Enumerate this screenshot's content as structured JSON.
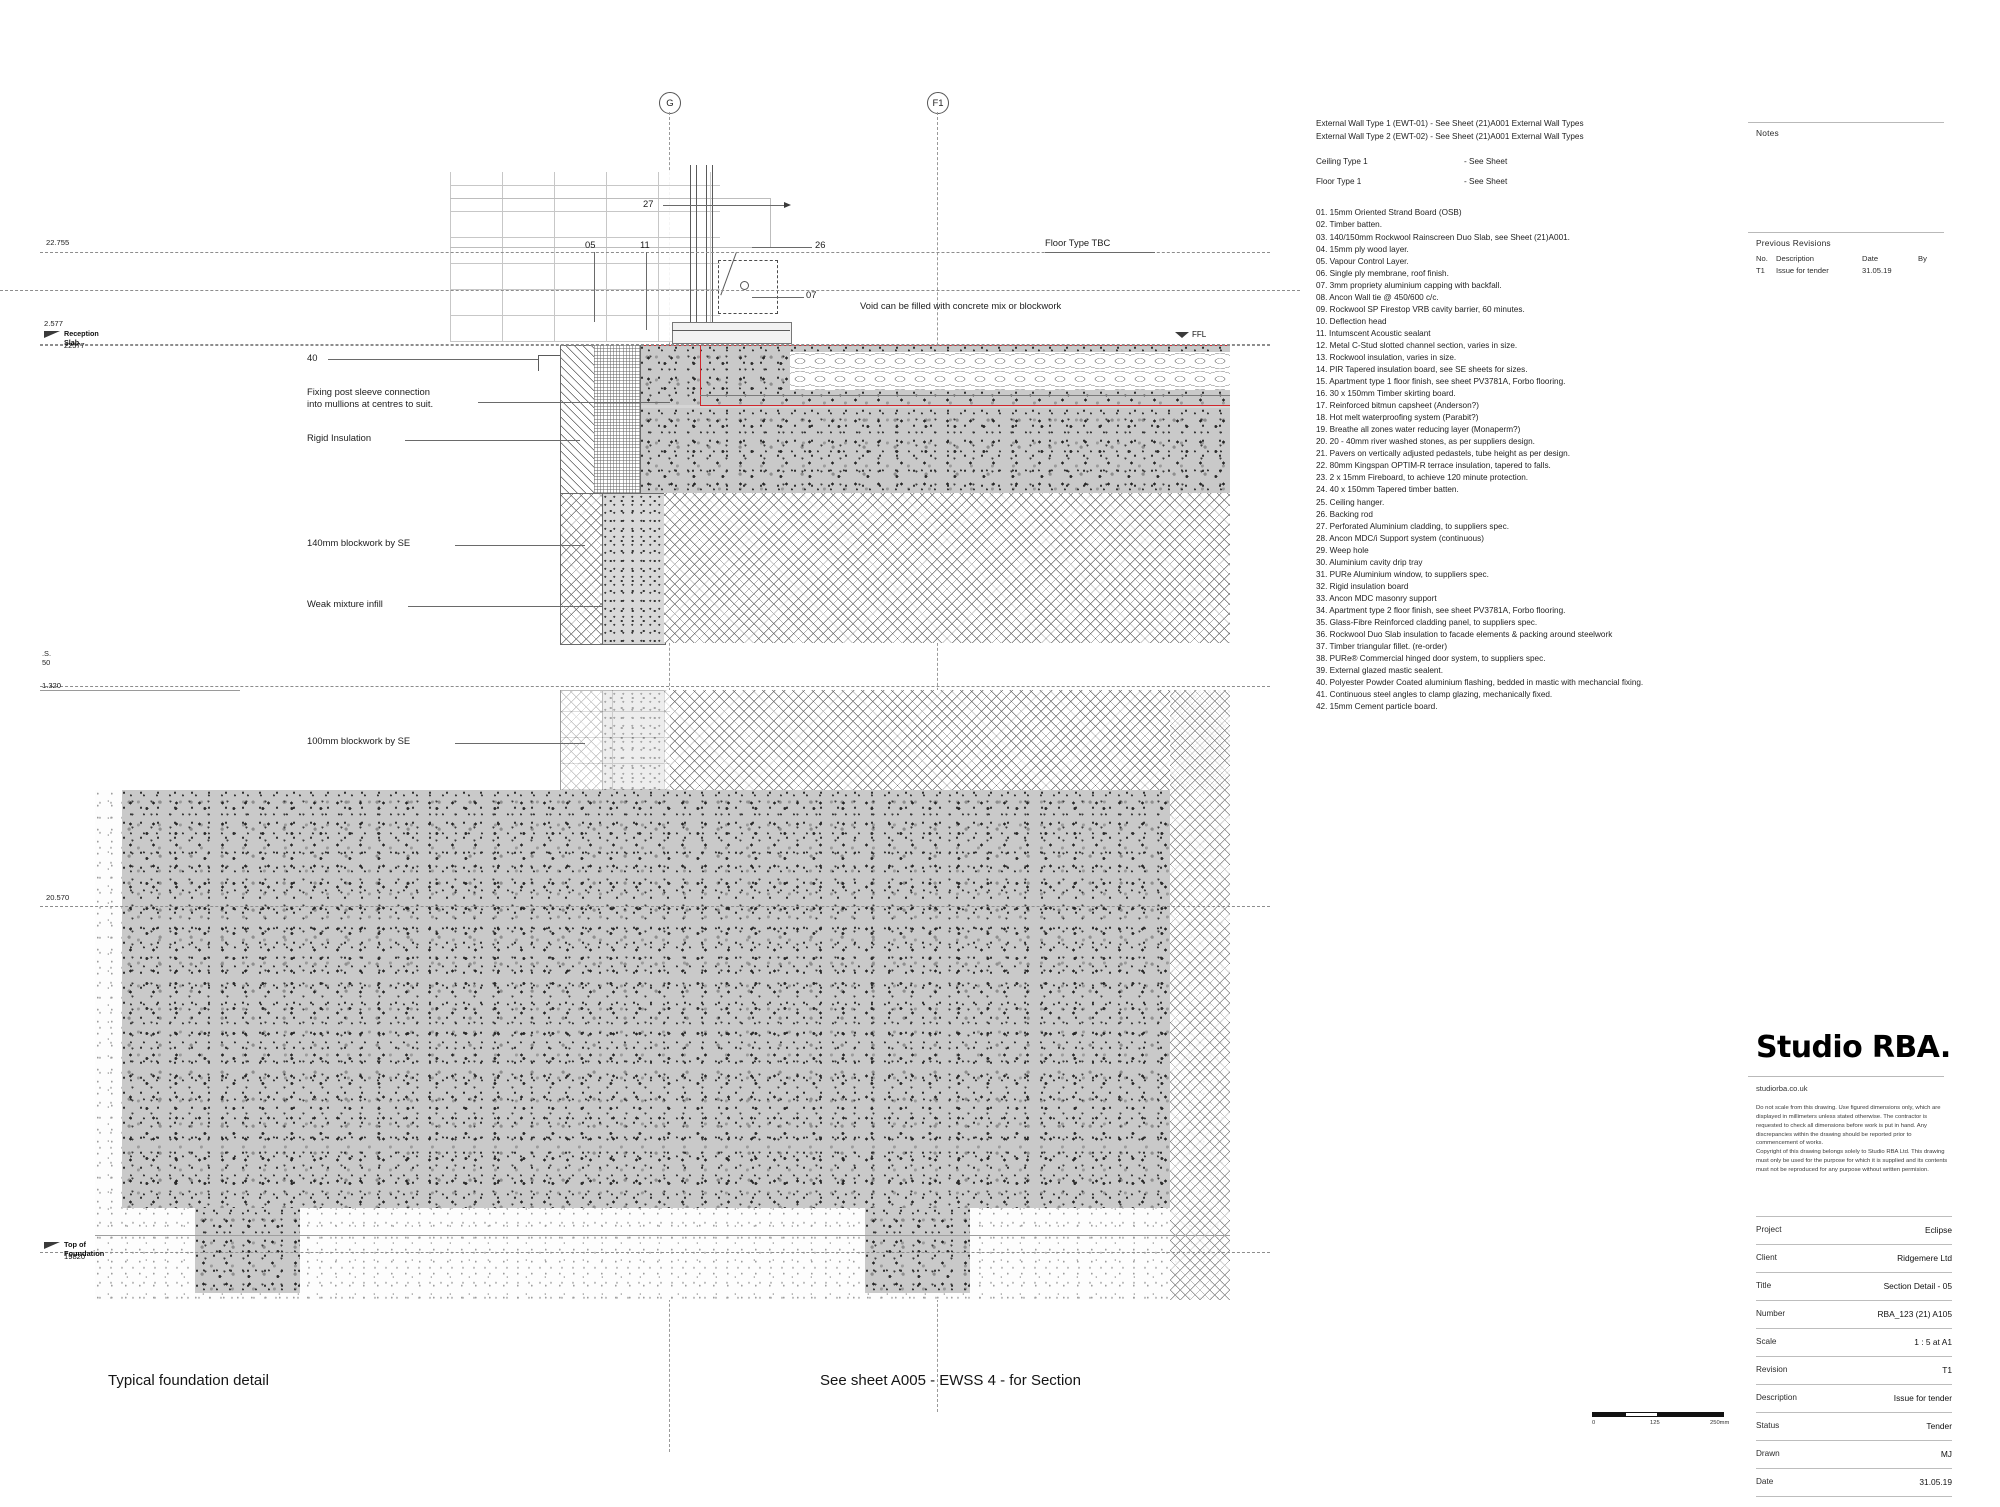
{
  "sheet": {
    "captions": {
      "foundation_detail": "Typical foundation detail",
      "section_ref": "See sheet A005 - EWSS 4 - for Section"
    }
  },
  "legend": {
    "wall_types": [
      "External Wall Type 1 (EWT-01) - See Sheet (21)A001 External Wall Types",
      "External Wall Type 2 (EWT-02) - See Sheet (21)A001 External Wall Types"
    ],
    "type_rows": [
      {
        "key": "Ceiling Type 1",
        "value": "- See Sheet"
      },
      {
        "key": "Floor Type 1",
        "value": "- See Sheet"
      }
    ],
    "items": [
      "01. 15mm Oriented Strand Board (OSB)",
      "02. Timber batten.",
      "03. 140/150mm Rockwool Rainscreen Duo Slab, see Sheet (21)A001.",
      "04. 15mm ply wood layer.",
      "05. Vapour Control Layer.",
      "06. Single ply membrane, roof finish.",
      "07. 3mm propriety aluminium capping with backfall.",
      "08. Ancon Wall tie @ 450/600 c/c.",
      "09. Rockwool SP Firestop VRB cavity barrier, 60 minutes.",
      "10. Deflection head",
      "11. Intumscent Acoustic sealant",
      "12. Metal C-Stud slotted channel section, varies in size.",
      "13. Rockwool insulation, varies in size.",
      "14. PIR Tapered insulation board, see SE sheets for sizes.",
      "15. Apartment type 1 floor finish, see sheet PV3781A, Forbo flooring.",
      "16. 30 x 150mm Timber skirting board.",
      "17. Reinforced bitmun capsheet (Anderson?)",
      "18. Hot melt waterproofing system (Parabit?)",
      "19. Breathe all zones water reducing layer (Monaperm?)",
      "20. 20 - 40mm river washed stones, as per suppliers design.",
      "21. Pavers on vertically adjusted pedastels, tube height as per design.",
      "22. 80mm Kingspan OPTIM-R terrace insulation, tapered to falls.",
      "23. 2 x 15mm Fireboard, to achieve 120 minute protection.",
      "24. 40 x 150mm Tapered timber batten.",
      "25. Ceiling hanger.",
      "26. Backing rod",
      "27. Perforated Aluminium cladding, to suppliers spec.",
      "28. Ancon MDC/i Support system (continuous)",
      "29. Weep hole",
      "30. Aluminium cavity drip tray",
      "31. PURe Aluminium window, to suppliers spec.",
      "32. Rigid insulation board",
      "33. Ancon MDC masonry support",
      "34. Apartment type 2 floor finish, see sheet PV3781A, Forbo flooring.",
      "35. Glass-Fibre Reinforced cladding panel, to suppliers spec.",
      "36. Rockwool Duo Slab insulation to facade elements & packing around steelwork",
      "37. Timber triangular fillet. (re-order)",
      "38. PURe® Commercial hinged door system, to suppliers spec.",
      "39. External glazed mastic sealent.",
      "40. Polyester Powder Coated aluminium flashing, bedded in mastic with mechancial fixing.",
      "41. Continuous steel angles to clamp glazing, mechanically fixed.",
      "42. 15mm Cement particle board."
    ]
  },
  "drawing": {
    "grid_bubbles": [
      {
        "label": "G"
      },
      {
        "label": "F1"
      }
    ],
    "callouts": [
      {
        "label": "27"
      },
      {
        "label": "05"
      },
      {
        "label": "11"
      },
      {
        "label": "26"
      },
      {
        "label": "07"
      },
      {
        "label": "40"
      }
    ],
    "notes": [
      "Floor Type TBC",
      "Void can be filled with concrete mix or blockwork",
      "Fixing post sleeve connection\ninto mullions at centres to suit.",
      "Rigid Insulation",
      "140mm blockwork by SE",
      "Weak mixture infill",
      "100mm blockwork by SE"
    ],
    "ffl_label": "FFL",
    "levels": [
      {
        "value": "22.755"
      },
      {
        "value": "2.577",
        "name": "Reception Slab",
        "elevation": "22577"
      },
      {
        "value": ".S.\n50",
        "elevation": "1.320"
      },
      {
        "value": "20.570"
      },
      {
        "name": "Top of Foundation",
        "elevation": "19820"
      }
    ]
  },
  "panel": {
    "notes_title": "Notes",
    "previous_revisions_title": "Previous Revisions",
    "rev_headers": {
      "no": "No.",
      "description": "Description",
      "date": "Date",
      "by": "By"
    },
    "revisions": [
      {
        "no": "T1",
        "description": "Issue for tender",
        "date": "31.05.19",
        "by": ""
      }
    ],
    "logo": "Studio RBA.",
    "url": "studiorba.co.uk",
    "legal_1": "Do not scale from this drawing. Use figured dimensions only, which are displayed in millimeters unless stated otherwise. The contractor is requested to check all dimensions before work is put in hand. Any discrepancies within the drawing should be reported prior to commencement of works.",
    "legal_2": "Copyright of this drawing belongs solely to Studio RBA Ltd. This drawing must only be used for the purpose for which it is supplied and its contents must not be reproduced for any purpose without written permision.",
    "title_block": [
      {
        "key": "Project",
        "value": "Eclipse"
      },
      {
        "key": "Client",
        "value": "Ridgemere Ltd"
      },
      {
        "key": "Title",
        "value": "Section Detail - 05"
      },
      {
        "key": "Number",
        "value": "RBA_123 (21) A105"
      },
      {
        "key": "Scale",
        "value": "1 : 5 at A1"
      },
      {
        "key": "Revision",
        "value": "T1"
      },
      {
        "key": "Description",
        "value": "Issue for tender"
      },
      {
        "key": "Status",
        "value": "Tender"
      },
      {
        "key": "Drawn",
        "value": "MJ"
      },
      {
        "key": "Date",
        "value": "31.05.19"
      }
    ]
  },
  "scalebar": {
    "ticks": [
      "0",
      "125",
      "250mm"
    ]
  },
  "colors": {
    "redline": "#d0252b",
    "line": "#555555",
    "text": "#1a1a1a"
  }
}
